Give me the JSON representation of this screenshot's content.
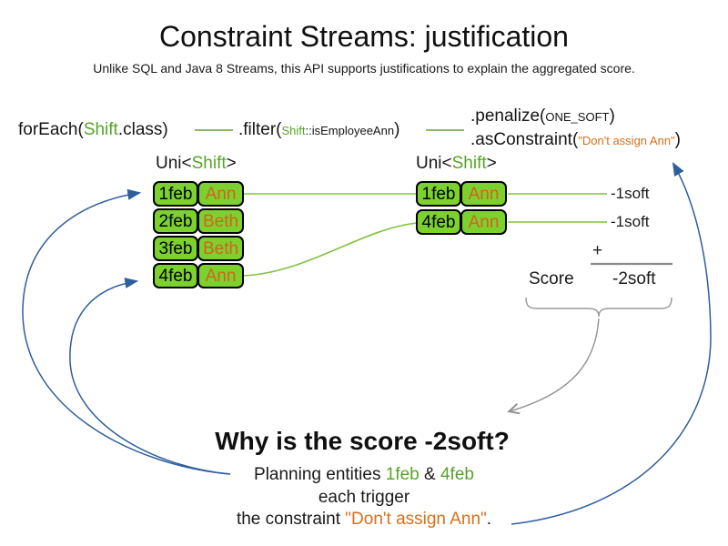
{
  "title": "Constraint Streams: justification",
  "subtitle": "Unlike SQL and Java 8 Streams, this API supports justifications to explain the aggregated score.",
  "colors": {
    "box_green": "#7cd12f",
    "text_green": "#57a327",
    "text_orange": "#d96f1a",
    "arrow_blue": "#2e5e9c",
    "neutral_gray": "#8a8a8a"
  },
  "code": {
    "foreach_prefix": "forEach(",
    "foreach_arg": "Shift",
    "foreach_suffix": ".class)",
    "filter_prefix": ".filter(",
    "filter_arg_class": "Shift",
    "filter_arg_method": "::isEmployeeAnn",
    "filter_suffix": ")",
    "penalize_prefix": ".penalize(",
    "penalize_arg": "ONE_SOFT",
    "penalize_suffix": ")",
    "asconstraint_prefix": ".asConstraint(",
    "asconstraint_arg": "\"Don't assign Ann\"",
    "asconstraint_suffix": ")"
  },
  "left_stream": {
    "type_prefix": "Uni<",
    "type_param": "Shift",
    "type_suffix": ">",
    "rows": [
      {
        "date": "1feb",
        "employee": "Ann"
      },
      {
        "date": "2feb",
        "employee": "Beth"
      },
      {
        "date": "3feb",
        "employee": "Beth"
      },
      {
        "date": "4feb",
        "employee": "Ann"
      }
    ]
  },
  "right_stream": {
    "type_prefix": "Uni<",
    "type_param": "Shift",
    "type_suffix": ">",
    "rows": [
      {
        "date": "1feb",
        "employee": "Ann",
        "penalty": "-1soft"
      },
      {
        "date": "4feb",
        "employee": "Ann",
        "penalty": "-1soft"
      }
    ]
  },
  "score_summary": {
    "plus": "+",
    "label": "Score",
    "value": "-2soft"
  },
  "explanation": {
    "heading": "Why is the score -2soft?",
    "line1_prefix": "Planning entities ",
    "line1_entity1": "1feb",
    "line1_joiner": " & ",
    "line1_entity2": "4feb",
    "line2": "each trigger",
    "line3_prefix": "the constraint ",
    "line3_constraint": "\"Don't assign Ann\"",
    "line3_suffix": "."
  }
}
